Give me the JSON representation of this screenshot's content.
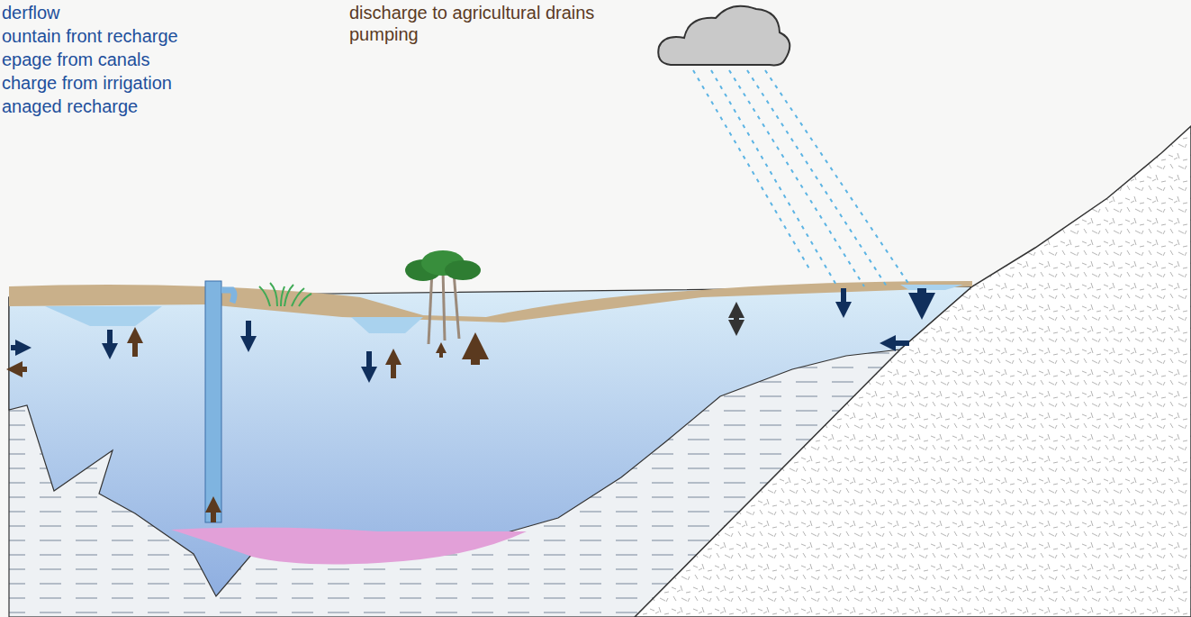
{
  "diagram": {
    "labels": [
      "derflow",
      "ountain front recharge",
      "epage from canals",
      "charge from irrigation",
      "anaged recharge",
      "discharge to agricultural drains",
      "pumping"
    ]
  }
}
